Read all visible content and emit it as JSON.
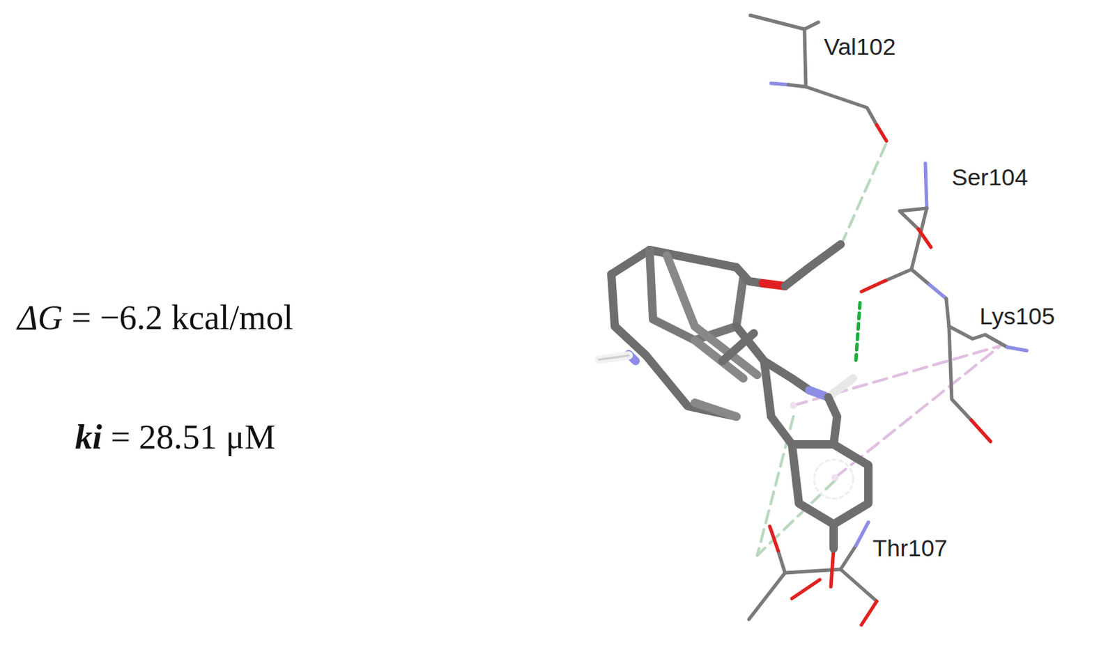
{
  "diagram": {
    "labels": [
      "ΔG = −6.2 kcal/mol",
      "ki = 28.51 μM",
      "Val102",
      "Ser104",
      "Lys105",
      "Thr107"
    ]
  }
}
